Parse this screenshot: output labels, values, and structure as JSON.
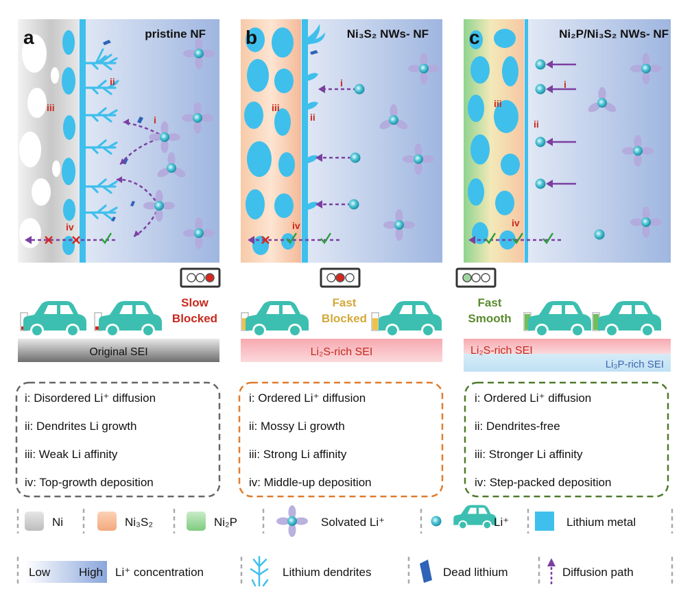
{
  "panels": [
    {
      "letter": "a",
      "title": "pristine NF",
      "numerals": [
        "i",
        "ii",
        "iii",
        "iv"
      ],
      "traffic_light_active": "red",
      "status": [
        "Slow",
        "Blocked"
      ],
      "status_color": "#c8281e",
      "sei": [
        "Original SEI"
      ],
      "notes": [
        "i: Disordered Li⁺ diffusion",
        "ii: Dendrites Li growth",
        "iii: Weak Li affinity",
        "iv: Top-growth deposition"
      ],
      "note_border_color": "#666666"
    },
    {
      "letter": "b",
      "title": "Ni₃S₂ NWs- NF",
      "numerals": [
        "i",
        "ii",
        "iii",
        "iv"
      ],
      "traffic_light_active": "red",
      "status": [
        "Fast",
        "Blocked"
      ],
      "status_color": "#d4a93a",
      "sei": [
        "Li₂S-rich SEI"
      ],
      "notes": [
        "i: Ordered Li⁺ diffusion",
        "ii: Mossy Li growth",
        "iii: Strong Li affinity",
        "iv: Middle-up deposition"
      ],
      "note_border_color": "#e07b2b"
    },
    {
      "letter": "c",
      "title": "Ni₂P/Ni₃S₂ NWs- NF",
      "numerals": [
        "i",
        "ii",
        "iii",
        "iv"
      ],
      "traffic_light_active": "green",
      "status": [
        "Fast",
        "Smooth"
      ],
      "status_color": "#5a8a2e",
      "sei": [
        "Li₂S-rich SEI",
        "Li₃P-rich SEI"
      ],
      "notes": [
        "i: Ordered Li⁺ diffusion",
        "ii: Dendrites-free",
        "iii: Stronger Li affinity",
        "iv: Step-packed deposition"
      ],
      "note_border_color": "#4f7a2a"
    }
  ],
  "legend": {
    "row1": [
      "Ni",
      "Ni₃S₂",
      "Ni₂P",
      "Solvated Li⁺",
      "Li⁺",
      "Lithium metal"
    ],
    "gradient_low": "Low",
    "gradient_high": "High",
    "row2": [
      "Li⁺ concentration",
      "Lithium dendrites",
      "Dead lithium",
      "Diffusion path"
    ]
  },
  "colors": {
    "lithium": "#3fbfec",
    "car": "#3cbfb0",
    "arrow": "#7b3fa0",
    "cross": "#d9261c",
    "check": "#2e9e3e",
    "ni": "#d3d3d3",
    "ni3s2": "#f4b998",
    "ni2p": "#9ed79e",
    "electrolyte": "#9fb6e0",
    "roman": "#c8281e"
  }
}
